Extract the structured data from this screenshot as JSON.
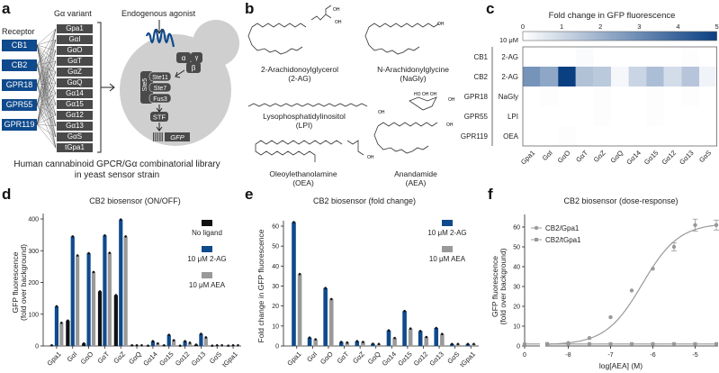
{
  "panels": {
    "a": {
      "letter": "a",
      "receptor_label": "Receptor",
      "ga_label": "Gα variant",
      "agonist_label": "Endogenous agonist",
      "receptors": [
        "CB1",
        "CB2",
        "GPR18",
        "GPR55",
        "GPR119"
      ],
      "ga_variants": [
        "Gpa1",
        "GαI",
        "GαO",
        "GαT",
        "GαZ",
        "GαQ",
        "Gα14",
        "Gα15",
        "Gα12",
        "Gα13",
        "GαS",
        "tGpa1"
      ],
      "pathway": {
        "g_subunits": [
          "α",
          "γ",
          "β"
        ],
        "scaffold": "Ste5",
        "kinases": [
          "Ste11",
          "Ste7",
          "Fus3"
        ],
        "tf": "STF",
        "reporter": "GFP"
      },
      "caption_line1": "Human cannabinoid GPCR/Gα combinatorial library",
      "caption_line2": "in yeast sensor strain",
      "colors": {
        "receptor": "#0f4a8c",
        "ga_box": "#4a4a4a",
        "cell": "#cfcfcf"
      }
    },
    "b": {
      "letter": "b",
      "compounds": [
        {
          "name": "2-Arachidonoylglycerol",
          "abbr": "(2-AG)"
        },
        {
          "name": "N-Arachidonylglycine",
          "abbr": "(NaGly)"
        },
        {
          "name": "Lysophosphatidylinositol",
          "abbr": "(LPI)"
        },
        {
          "name": "Oleoylethanolamine",
          "abbr": "(OEA)"
        },
        {
          "name": "Anandamide",
          "abbr": "(AEA)"
        }
      ]
    },
    "c": {
      "letter": "c"
    },
    "d": {
      "letter": "d"
    },
    "e": {
      "letter": "e"
    },
    "f": {
      "letter": "f"
    }
  },
  "chart_data": [
    {
      "id": "c",
      "type": "heatmap",
      "title": "Fold change in GFP fluorescence",
      "concentration_label": "10 μM",
      "colorbar": {
        "min": 0,
        "max": 5,
        "ticks": [
          0,
          1,
          2,
          3,
          4,
          5
        ],
        "low_color": "#ffffff",
        "high_color": "#0a3f82"
      },
      "rows": [
        {
          "receptor": "CB1",
          "ligand": "2-AG"
        },
        {
          "receptor": "CB2",
          "ligand": "2-AG"
        },
        {
          "receptor": "GPR18",
          "ligand": "NaGly"
        },
        {
          "receptor": "GPR55",
          "ligand": "LPI"
        },
        {
          "receptor": "GPR119",
          "ligand": "OEA"
        }
      ],
      "columns": [
        "Gpa1",
        "GαI",
        "GαO",
        "GαT",
        "GαZ",
        "GαQ",
        "Gα14",
        "Gα15",
        "Gα12",
        "Gα13",
        "GαS"
      ],
      "values": [
        [
          0.0,
          0.0,
          0.0,
          0.1,
          0.0,
          0.0,
          0.0,
          0.0,
          0.0,
          0.05,
          0.0
        ],
        [
          2.8,
          2.3,
          5.0,
          1.6,
          1.4,
          0.2,
          1.1,
          1.7,
          0.9,
          1.5,
          0.3
        ],
        [
          0.0,
          0.05,
          0.0,
          0.0,
          0.05,
          0.0,
          0.0,
          0.05,
          0.0,
          0.05,
          0.0
        ],
        [
          0.0,
          0.0,
          0.0,
          0.0,
          0.05,
          0.0,
          0.0,
          0.05,
          0.0,
          0.0,
          0.0
        ],
        [
          0.0,
          0.0,
          0.05,
          0.0,
          0.0,
          0.0,
          0.0,
          0.0,
          0.0,
          0.0,
          0.0
        ]
      ]
    },
    {
      "id": "d",
      "type": "bar",
      "title": "CB2 biosensor (ON/OFF)",
      "xlabel": "",
      "ylabel": "GFP fluorescence (fold over background)",
      "ylabel_line1": "GFP fluorescence",
      "ylabel_line2": "(fold over background)",
      "ylim": [
        0,
        400
      ],
      "yticks": [
        0,
        100,
        200,
        300,
        400
      ],
      "categories": [
        "Gpa1",
        "GαI",
        "GαO",
        "GαT",
        "GαZ",
        "GαQ",
        "Gα14",
        "Gα15",
        "Gα12",
        "Gα13",
        "GαS",
        "tGpa1"
      ],
      "series": [
        {
          "name": "No ligand",
          "color": "#111111",
          "values": [
            2,
            80,
            8,
            172,
            160,
            2,
            1,
            2,
            1,
            4,
            1,
            1
          ]
        },
        {
          "name": "10 μM 2-AG",
          "color": "#0f4a8c",
          "values": [
            125,
            345,
            292,
            348,
            398,
            2,
            15,
            35,
            15,
            38,
            2,
            2
          ]
        },
        {
          "name": "10 μM AEA",
          "color": "#999999",
          "values": [
            73,
            285,
            233,
            293,
            345,
            2,
            8,
            18,
            10,
            27,
            2,
            2
          ]
        }
      ],
      "legend_position": "upper right"
    },
    {
      "id": "e",
      "type": "bar",
      "title": "CB2 biosensor (fold change)",
      "xlabel": "",
      "ylabel": "Fold change in GFP fluorescence",
      "ylim": [
        0,
        65
      ],
      "yticks": [
        0,
        10,
        20,
        30,
        40,
        50,
        60
      ],
      "categories": [
        "Gpa1",
        "GαI",
        "GαO",
        "GαT",
        "GαZ",
        "GαQ",
        "Gα14",
        "Gα15",
        "Gα12",
        "Gα13",
        "GαS",
        "tGpa1"
      ],
      "series": [
        {
          "name": "10 μM 2-AG",
          "color": "#0f4a8c",
          "values": [
            62,
            4.2,
            29,
            2.0,
            2.4,
            1.1,
            7.8,
            17.5,
            7.5,
            9.0,
            1.0,
            1.0
          ]
        },
        {
          "name": "10 μM AEA",
          "color": "#999999",
          "values": [
            36,
            3.3,
            23.5,
            1.7,
            2.0,
            1.0,
            4.0,
            8.7,
            4.5,
            6.0,
            1.0,
            1.0
          ]
        }
      ],
      "legend_position": "upper right"
    },
    {
      "id": "f",
      "type": "line",
      "title": "CB2 biosensor (dose-response)",
      "xlabel": "log[AEA] (M)",
      "ylabel": "GFP fluorescence (fold over background)",
      "ylabel_line1": "GFP fluorescence",
      "ylabel_line2": "(fold over background)",
      "ylim": [
        0,
        65
      ],
      "yticks": [
        0,
        10,
        20,
        30,
        40,
        50,
        60
      ],
      "xticks": [
        "0",
        "-8",
        "-7",
        "-6",
        "-5"
      ],
      "xlim": [
        -8.5,
        -4.5
      ],
      "series": [
        {
          "name": "CB2/Gpa1",
          "marker": "circle",
          "color": "#999999",
          "x": [
            -8.5,
            -8.0,
            -7.5,
            -7.0,
            -6.5,
            -6.0,
            -5.5,
            -5.0,
            -4.5
          ],
          "y": [
            1,
            1.5,
            4,
            14.5,
            28,
            39,
            50,
            61,
            61
          ],
          "fit": {
            "bottom": 0.5,
            "top": 62,
            "log_ec50": -6.25,
            "hill": 1.0
          }
        },
        {
          "name": "CB2/tGpa1",
          "marker": "square",
          "color": "#999999",
          "x": [
            -8.5,
            -8.0,
            -7.5,
            -7.0,
            -6.5,
            -6.0,
            -5.5,
            -5.0,
            -4.5
          ],
          "y": [
            1,
            1,
            1,
            1,
            1,
            1,
            1,
            1,
            1
          ]
        }
      ],
      "zero_point": {
        "x_label": "0",
        "y": 1
      },
      "legend_position": "upper left"
    }
  ]
}
